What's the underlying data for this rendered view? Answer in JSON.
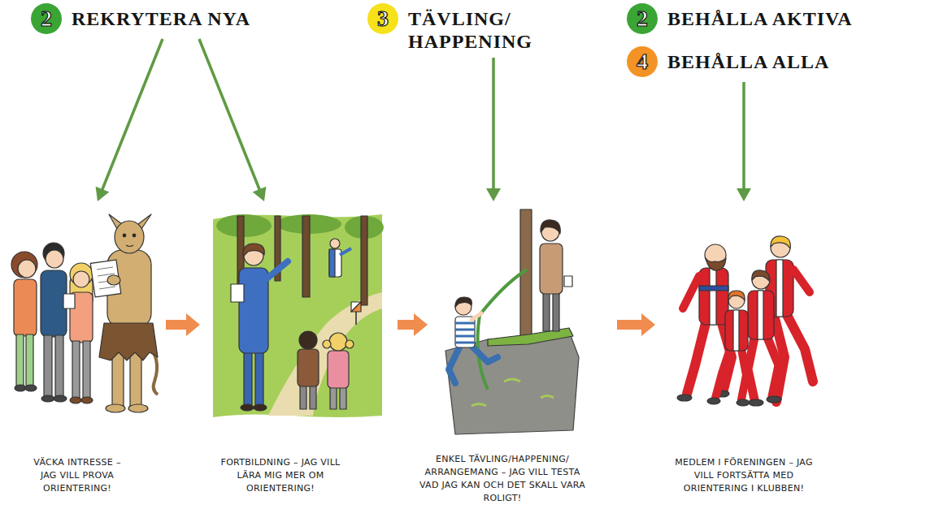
{
  "diagram": {
    "nodes": [
      {
        "text": [
          "REKRYTERA NYA"
        ]
      },
      {
        "text": [
          "2"
        ],
        "in": 0
      },
      {
        "text": [
          "TÄVLING/ HAPPENING"
        ]
      },
      {
        "text": [
          "3"
        ],
        "in": 2
      },
      {
        "text": [
          "BEHÅLLA AKTIVA"
        ]
      },
      {
        "text": [
          "2"
        ],
        "in": 4
      },
      {
        "text": [
          "BEHÅLLA ALLA"
        ]
      },
      {
        "text": [
          "4"
        ],
        "in": 6
      },
      {
        "text": [
          "VÄCKA INTRESSE – JAG VILL PROVA ORIENTERING!"
        ]
      },
      {
        "text": [
          "FORTBILDNING – JAG VILL LÄRA MIG MER OM ORIENTERING!"
        ]
      },
      {
        "text": [
          "ENKEL TÄVLING/HAPPENING/ ARRANGEMANG – JAG VILL TESTA VAD JAG KAN OCH DET SKALL VARA ROLIGT!"
        ]
      },
      {
        "text": [
          "MEDLEM I FÖRENINGEN – JAG VILL FORTSÄTTA MED ORIENTERING I KLUBBEN!"
        ]
      }
    ],
    "edges": [
      {
        "from": 0,
        "to": 8,
        "arrow": "to"
      },
      {
        "from": 0,
        "to": 9,
        "arrow": "to"
      },
      {
        "from": 2,
        "to": 10,
        "arrow": "to"
      },
      {
        "from": 6,
        "to": 11,
        "arrow": "to"
      },
      {
        "from": 8,
        "to": 9,
        "arrow": "to"
      },
      {
        "from": 9,
        "to": 10,
        "arrow": "to"
      },
      {
        "from": 10,
        "to": 11,
        "arrow": "to"
      }
    ]
  }
}
